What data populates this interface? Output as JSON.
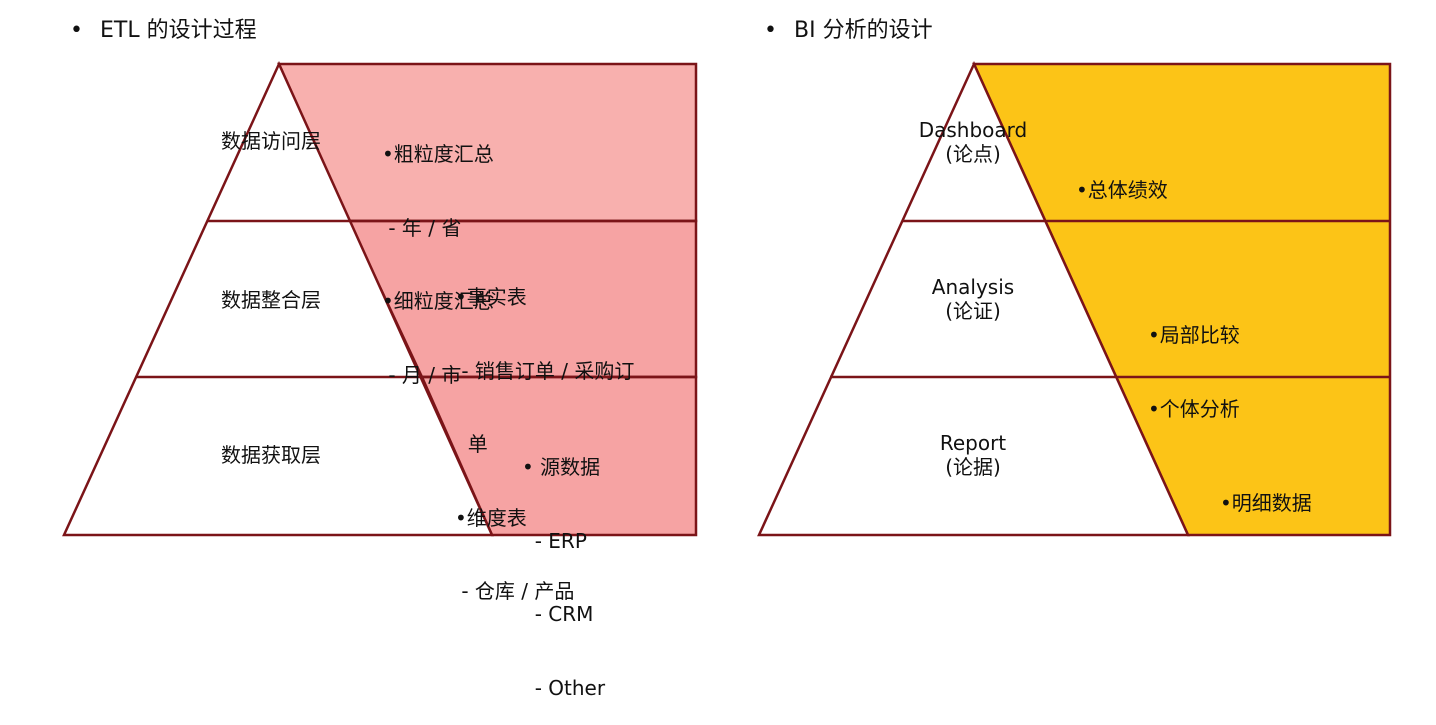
{
  "left_title": "ETL 的设计过程",
  "right_title": "BI 分析的设计",
  "bullet": "•",
  "left_pyramid": {
    "colors": {
      "top": "#F8B0AE",
      "middle": "#F6A3A3",
      "bottom": "#F6A3A3",
      "border": "#7B1418"
    },
    "layers": [
      {
        "name": "数据访问层",
        "items": [
          "•粗粒度汇总",
          " - 年 / 省",
          "•细粒度汇总",
          " - 月 / 市"
        ]
      },
      {
        "name": "数据整合层",
        "items": [
          "•事实表",
          " - 销售订单 / 采购订",
          "  单",
          "•维度表",
          " - 仓库 / 产品"
        ]
      },
      {
        "name": "数据获取层",
        "items": [
          "• 源数据",
          "  - ERP",
          "  - CRM",
          "  - Other"
        ]
      }
    ]
  },
  "right_pyramid": {
    "colors": {
      "fill": "#FCC417",
      "border": "#7B1418"
    },
    "layers": [
      {
        "name": "Dashboard",
        "sub": "(论点)",
        "items": [
          "•总体绩效"
        ]
      },
      {
        "name": "Analysis",
        "sub": "(论证)",
        "items": [
          "•局部比较",
          "•个体分析"
        ]
      },
      {
        "name": "Report",
        "sub": "(论据)",
        "items": [
          "•明细数据"
        ]
      }
    ]
  }
}
